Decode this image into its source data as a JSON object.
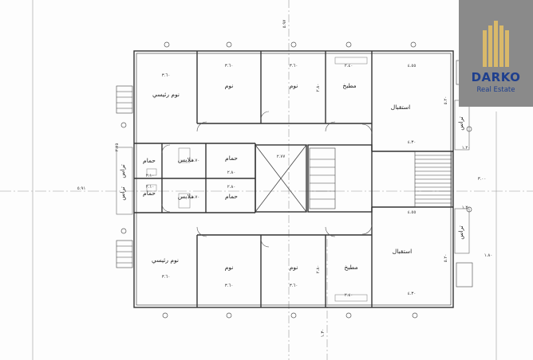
{
  "logo": {
    "brand": "DARKO",
    "tagline": "Real Estate",
    "color": "#1e3f8e"
  },
  "rooms": {
    "master_bedroom": "نوم رئيسي",
    "bedroom": "نوم",
    "kitchen": "مطبخ",
    "reception": "استقبال",
    "bathroom": "حمام",
    "dressing": "ملابس",
    "terrace": "تراس"
  },
  "dims": {
    "d360": "٣.٦٠",
    "d455": "٤.٥٥",
    "d430": "٤.٣٠",
    "d520": "٥.٢٠",
    "d280": "٢.٨٠",
    "d275": "٢.٧٥",
    "d240": "٢.٤٠",
    "d170": "١.٧٠",
    "d120": "١.٢٠",
    "d597": "٥.٩٧",
    "d591": "٥.٩١",
    "d300": "٣.٠٠",
    "d180": "١.٨٠",
    "d277": "٢.٧٧",
    "d130": "١.٣٠",
    "d210": "٢.١٠"
  }
}
